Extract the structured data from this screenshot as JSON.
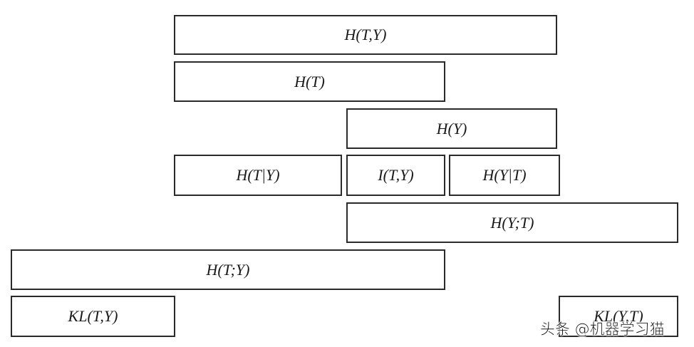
{
  "diagram": {
    "boxes": [
      {
        "id": "joint-entropy",
        "label": "H(T,Y)"
      },
      {
        "id": "entropy-t",
        "label": "H(T)"
      },
      {
        "id": "entropy-y",
        "label": "H(Y)"
      },
      {
        "id": "cond-entropy-t-given-y",
        "label": "H(T|Y)"
      },
      {
        "id": "mutual-information",
        "label": "I(T,Y)"
      },
      {
        "id": "cond-entropy-y-given-t",
        "label": "H(Y|T)"
      },
      {
        "id": "cross-entropy-y-t",
        "label": "H(Y;T)"
      },
      {
        "id": "cross-entropy-t-y",
        "label": "H(T;Y)"
      },
      {
        "id": "kl-t-y",
        "label": "KL(T,Y)"
      },
      {
        "id": "kl-y-t",
        "label": "KL(Y,T)"
      }
    ]
  },
  "watermark": "头条 @机器学习猫"
}
